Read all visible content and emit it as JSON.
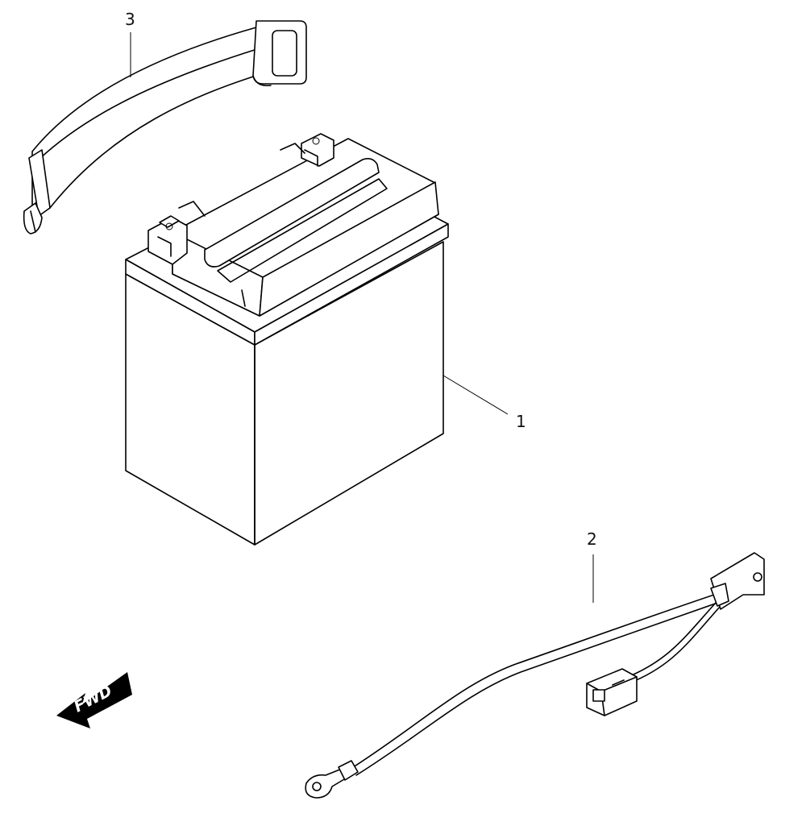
{
  "callouts": {
    "battery": "1",
    "harness": "2",
    "strap": "3"
  },
  "direction_arrow": {
    "label": "FWD"
  },
  "colors": {
    "background": "#ffffff",
    "line": "#000000"
  }
}
